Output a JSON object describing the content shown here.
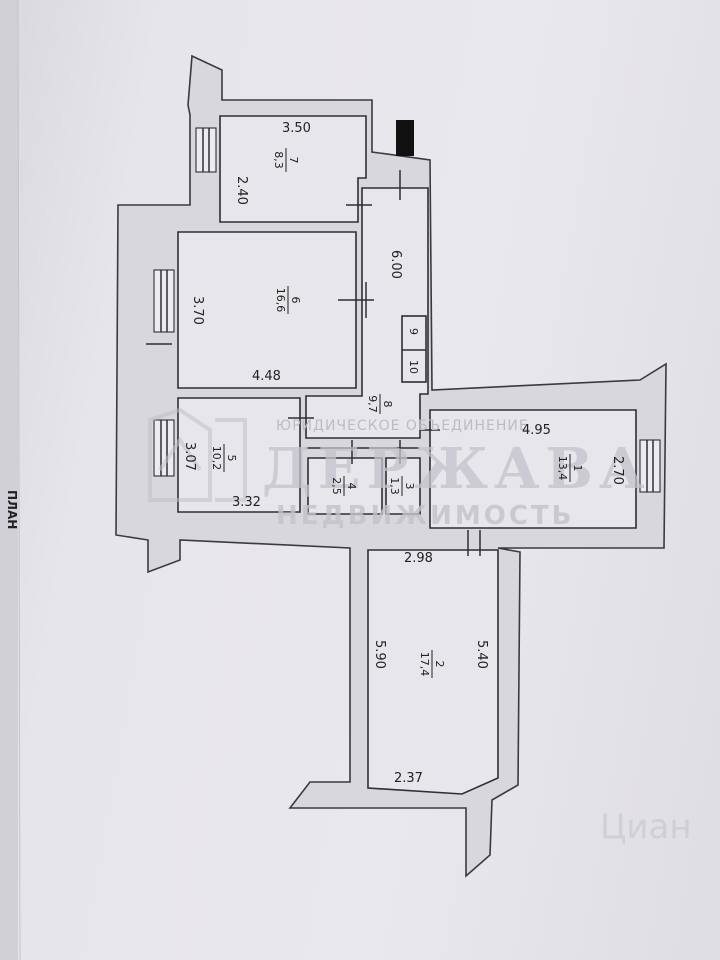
{
  "plan": {
    "dimensions": {
      "d350": "3.50",
      "d240": "2.40",
      "d600": "6.00",
      "d370": "3.70",
      "d448": "4.48",
      "d307": "3.07",
      "d332": "3.32",
      "d495": "4.95",
      "d270": "2.70",
      "d298": "2.98",
      "d590": "5.90",
      "d540": "5.40",
      "d237": "2.37"
    },
    "rooms": [
      {
        "number": "1",
        "area": "13,4"
      },
      {
        "number": "2",
        "area": "17,4"
      },
      {
        "number": "3",
        "area": "1,3"
      },
      {
        "number": "4",
        "area": "2,5"
      },
      {
        "number": "5",
        "area": "10,2"
      },
      {
        "number": "6",
        "area": "16,6"
      },
      {
        "number": "7",
        "area": "8,3"
      },
      {
        "number": "8",
        "area": "9,7"
      },
      {
        "number": "9",
        "area": ""
      },
      {
        "number": "10",
        "area": ""
      }
    ],
    "markers": {
      "m9": "9",
      "m10": "10"
    }
  },
  "watermark": {
    "line1": "ЮРИДИЧЕСКОЕ ОБЪЕДИНЕНИЕ",
    "line2": "ДЕРЖАВА",
    "line3": "НЕДВИЖИМОСТЬ",
    "logo_text": "Циан"
  },
  "edge_text": "ПЛАН"
}
